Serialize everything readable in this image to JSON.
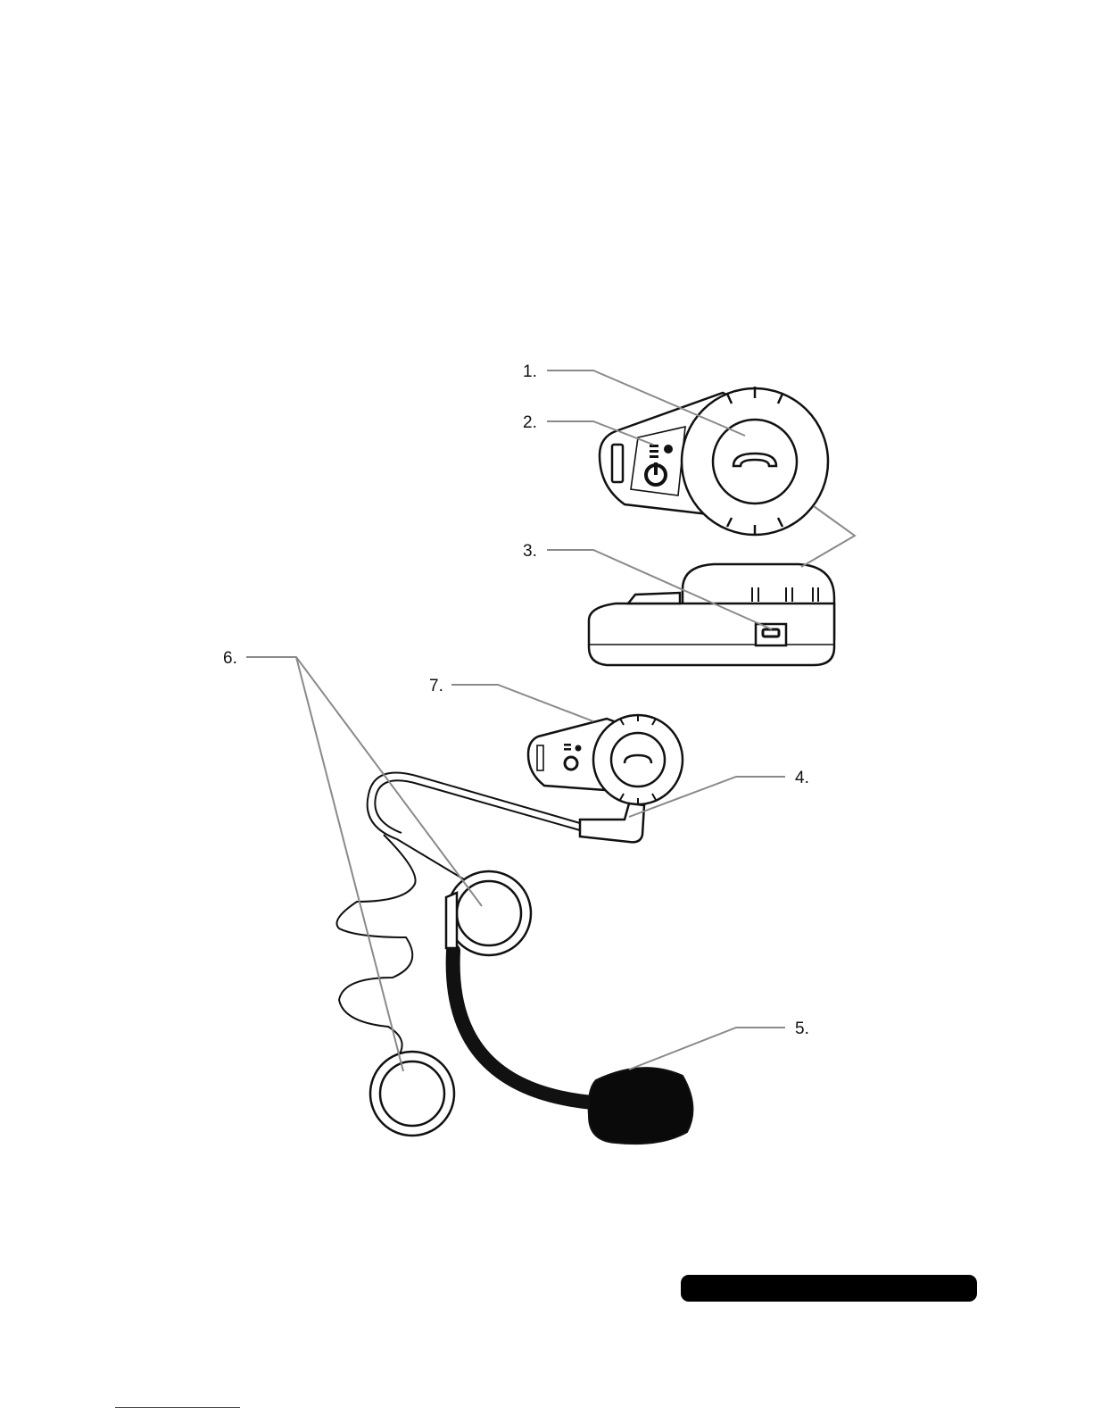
{
  "callouts": {
    "c1": "1.",
    "c2": "2.",
    "c3": "3.",
    "c4": "4.",
    "c5": "5.",
    "c6": "6.",
    "c7": "7."
  },
  "icons": [
    "phone-icon",
    "power-icon",
    "usb-port-icon"
  ],
  "colors": {
    "ink": "#111111",
    "leader": "#8a8a8a",
    "footer_bar": "#000000",
    "link_line": "#2233aa"
  }
}
